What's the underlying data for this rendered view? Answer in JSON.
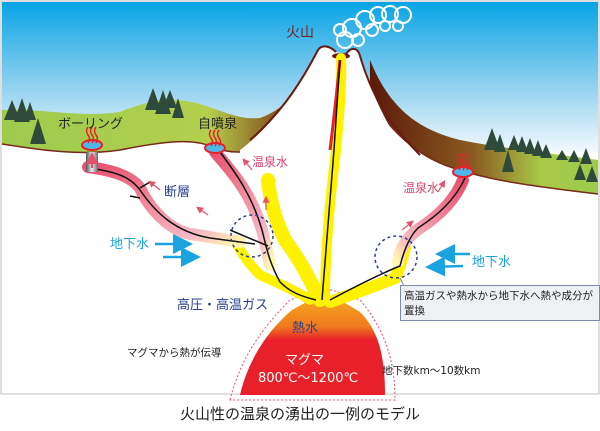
{
  "diagram": {
    "caption": "火山性の温泉の湧出の一例のモデル",
    "labels": {
      "volcano": "火山",
      "boring": "ボーリング",
      "natural_spring": "自噴泉",
      "hot_spring_water_left": "温泉水",
      "hot_spring_water_right": "温泉水",
      "fault": "断層",
      "groundwater_left": "地下水",
      "groundwater_right": "地下水",
      "gas": "高圧・高温ガス",
      "hot_water": "熱水",
      "conduction": "マグマから熱が伝導",
      "magma": "マグマ",
      "magma_temp": "800℃〜1200℃",
      "depth": "地下数km〜10数km",
      "exchange_callout": "高温ガスや熱水から地下水へ熱や成分が置換"
    },
    "colors": {
      "sky_top": "#0aa6e6",
      "sky_bottom": "#eaf6fc",
      "grass": "#9acb4a",
      "soil": "#7a3a12",
      "magma": "#e8202a",
      "hot_water": "#f08a1e",
      "gas": "#fff200",
      "spring_water": "#e8506e",
      "groundwater": "#1aa3de",
      "dashed_circle": "#2a3f8f"
    }
  }
}
